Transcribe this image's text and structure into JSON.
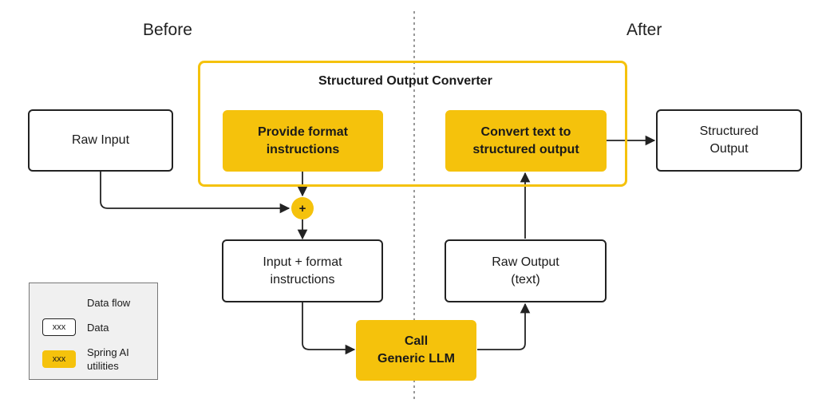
{
  "headings": {
    "before": "Before",
    "after": "After"
  },
  "container": {
    "title": "Structured Output Converter"
  },
  "nodes": {
    "raw_input": "Raw Input",
    "provide_format": "Provide format\ninstructions",
    "convert_text": "Convert text to\nstructured  output",
    "structured_output": "Structured\nOutput",
    "plus": "+",
    "input_format": "Input + format\ninstructions",
    "raw_output": "Raw Output\n(text)",
    "call_llm": "Call\nGeneric LLM"
  },
  "legend": {
    "data_flow": "Data flow",
    "data_swatch": "xxx",
    "data": "Data",
    "util_swatch": "xxx",
    "spring_ai": "Spring AI\nutilities"
  },
  "colors": {
    "accent": "#f5c20c",
    "stroke": "#222222",
    "legend_bg": "#f0f0f0"
  }
}
